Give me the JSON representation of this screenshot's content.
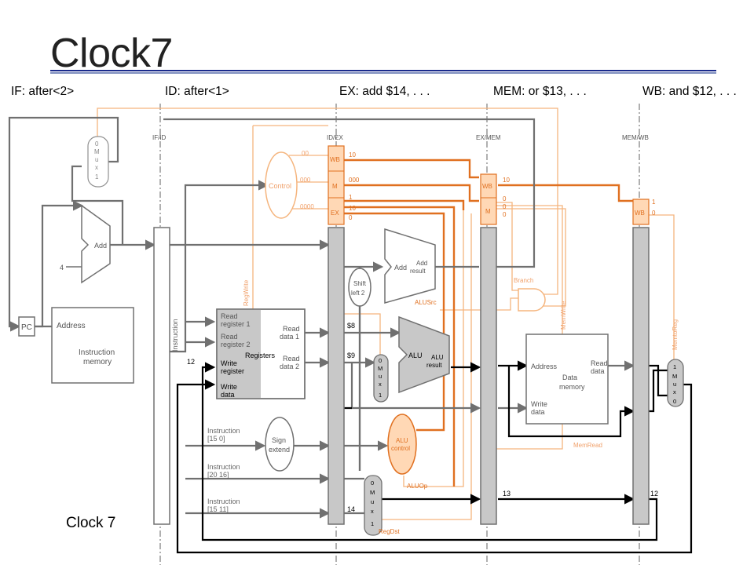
{
  "slide": {
    "title": "Clock7",
    "clock_label": "Clock 7"
  },
  "stages": {
    "if": "IF: after<2>",
    "id": "ID: after<1>",
    "ex": "EX: add $14, . . .",
    "mem": "MEM: or $13, . . .",
    "wb": "WB: and $12, . . ."
  },
  "pipeline_registers": {
    "if_id": "IF/ID",
    "id_ex": "ID/EX",
    "ex_mem": "EX/MEM",
    "mem_wb": "MEM/WB"
  },
  "units": {
    "pc": "PC",
    "add": "Add",
    "four": "4",
    "instr_mem_address": "Address",
    "instr_mem_line1": "Instruction",
    "instr_mem_line2": "memory",
    "instruction": "Instruction",
    "control": "Control",
    "read_register_1": [
      "Read",
      "register 1"
    ],
    "read_register_2": [
      "Read",
      "register 2"
    ],
    "write_register": [
      "Write",
      "register"
    ],
    "write_data": [
      "Write",
      "data"
    ],
    "read_data_1": [
      "Read",
      "data 1"
    ],
    "read_data_2": [
      "Read",
      "data 2"
    ],
    "registers": "Registers",
    "sign_extend": [
      "Sign",
      "extend"
    ],
    "instr_15_0": [
      "Instruction",
      "[15  0]"
    ],
    "instr_20_16": [
      "Instruction",
      "[20  16]"
    ],
    "instr_15_11": [
      "Instruction",
      "[15  11]"
    ],
    "shift_left_2": [
      "Shift",
      "left 2"
    ],
    "add_result": [
      "Add",
      "result"
    ],
    "alu": "ALU",
    "alu_result": [
      "ALU",
      "result"
    ],
    "alu_control": [
      "ALU",
      "control"
    ],
    "mux_top": [
      "0",
      "M",
      "u",
      "x",
      "1"
    ],
    "mux_wb": [
      "1",
      "M",
      "u",
      "x",
      "0"
    ],
    "data_memory": [
      "Data",
      "memory"
    ],
    "dm_address": "Address",
    "dm_read_data": [
      "Read",
      "data"
    ],
    "dm_write_data": [
      "Write",
      "data"
    ]
  },
  "signals": {
    "reg_write": "RegWrite",
    "alu_src": "ALUSrc",
    "alu_op": "ALUOp",
    "reg_dst": "RegDst",
    "branch": "Branch",
    "mem_write": "MemWrite",
    "mem_read": "MemRead",
    "mem_to_reg": "MemtoReg",
    "wb": "WB",
    "m": "M",
    "ex": "EX"
  },
  "values": {
    "ctrl_wb": "00",
    "ctrl_m": "000",
    "ctrl_ex": "0000",
    "idex_wb": "10",
    "idex_m": "000",
    "idex_ex_1": "1",
    "idex_ex_2": "10",
    "idex_ex_3": "0",
    "exmem_wb": "10",
    "exmem_m_1": "0",
    "exmem_m_2": "0",
    "exmem_m_3": "0",
    "memwb_wb_1": "1",
    "memwb_wb_2": "0",
    "reg_12": "12",
    "reg_s8": "$8",
    "reg_s9": "$9",
    "reg_14": "14",
    "reg_13": "13",
    "reg_12b": "12"
  },
  "colors": {
    "active": "#e07020",
    "inactive": "#f5b57e",
    "datapath": "#707070",
    "forward": "#000000",
    "reg_fill": "#c8c8c8",
    "ctrl_fill": "#ffd8b5",
    "rule": "#1a2a8c"
  }
}
